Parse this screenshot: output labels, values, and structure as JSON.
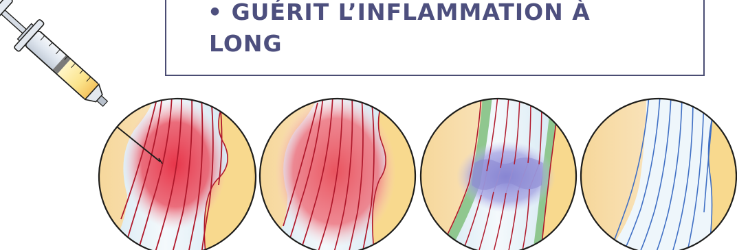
{
  "heading": {
    "line1": "• GUÉRIT L’INFLAMMATION À",
    "line2": "LONG"
  },
  "colors": {
    "heading_text": "#4d4f7e",
    "outline": "#1d1d1b",
    "inflamed_red": "#e23a47",
    "fiber_red": "#b0182b",
    "fiber_blue": "#3f6fc4",
    "tissue_yellow": "#f8d98e",
    "healing_purple": "#8b86d2",
    "healing_green": "#7fbf86"
  },
  "panels": [
    {
      "stage": "injection",
      "icons": [
        "syringe-icon",
        "needle-icon"
      ]
    },
    {
      "stage": "inflamed"
    },
    {
      "stage": "healing"
    },
    {
      "stage": "healed"
    }
  ]
}
